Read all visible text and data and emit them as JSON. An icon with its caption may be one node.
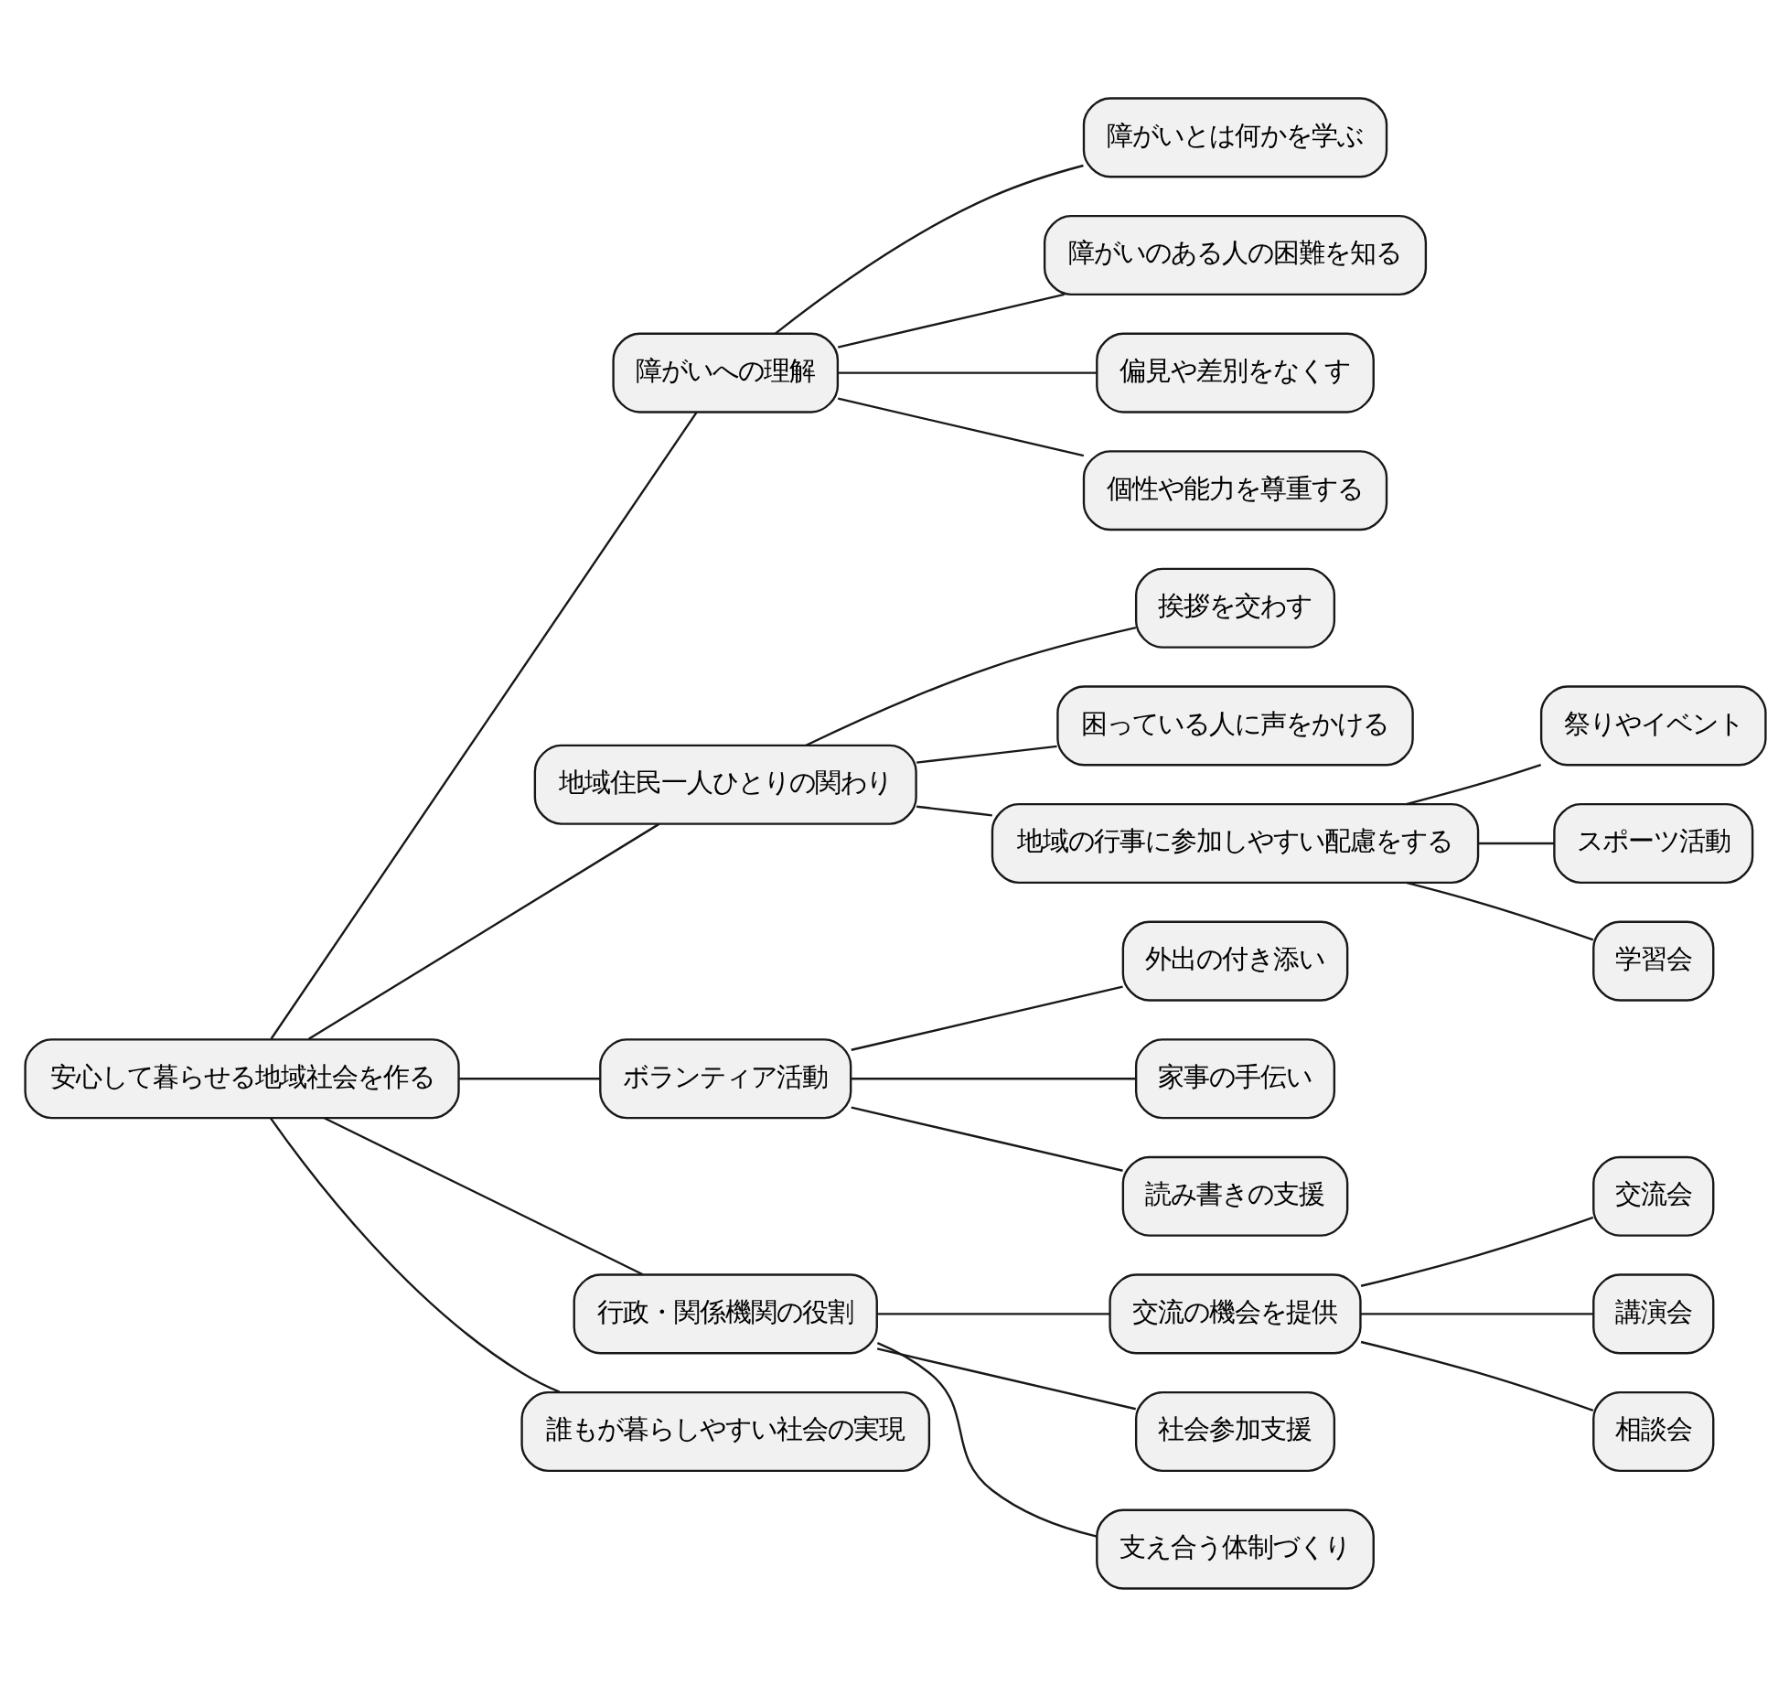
{
  "diagram": {
    "nodes": [
      {
        "text": [
          "安心して暮らせる地域社会を作る"
        ]
      },
      {
        "text": [
          "障がいへの理解"
        ]
      },
      {
        "text": [
          "障がいとは何かを学ぶ"
        ]
      },
      {
        "text": [
          "障がいのある人の困難を知る"
        ]
      },
      {
        "text": [
          "偏見や差別をなくす"
        ]
      },
      {
        "text": [
          "個性や能力を尊重する"
        ]
      },
      {
        "text": [
          "地域住民一人ひとりの関わり"
        ]
      },
      {
        "text": [
          "挨拶を交わす"
        ]
      },
      {
        "text": [
          "困っている人に声をかける"
        ]
      },
      {
        "text": [
          "地域の行事に参加しやすい配慮をする"
        ]
      },
      {
        "text": [
          "祭りやイベント"
        ]
      },
      {
        "text": [
          "スポーツ活動"
        ]
      },
      {
        "text": [
          "学習会"
        ]
      },
      {
        "text": [
          "ボランティア活動"
        ]
      },
      {
        "text": [
          "外出の付き添い"
        ]
      },
      {
        "text": [
          "家事の手伝い"
        ]
      },
      {
        "text": [
          "読み書きの支援"
        ]
      },
      {
        "text": [
          "行政・関係機関の役割"
        ]
      },
      {
        "text": [
          "交流の機会を提供"
        ]
      },
      {
        "text": [
          "交流会"
        ]
      },
      {
        "text": [
          "講演会"
        ]
      },
      {
        "text": [
          "相談会"
        ]
      },
      {
        "text": [
          "社会参加支援"
        ]
      },
      {
        "text": [
          "支え合う体制づくり"
        ]
      },
      {
        "text": [
          "誰もが暮らしやすい社会の実現"
        ]
      }
    ],
    "edges": [
      {
        "from": 0,
        "to": 1,
        "arrow": "none"
      },
      {
        "from": 1,
        "to": 2,
        "arrow": "none"
      },
      {
        "from": 1,
        "to": 3,
        "arrow": "none"
      },
      {
        "from": 1,
        "to": 4,
        "arrow": "none"
      },
      {
        "from": 1,
        "to": 5,
        "arrow": "none"
      },
      {
        "from": 0,
        "to": 6,
        "arrow": "none"
      },
      {
        "from": 6,
        "to": 7,
        "arrow": "none"
      },
      {
        "from": 6,
        "to": 8,
        "arrow": "none"
      },
      {
        "from": 6,
        "to": 9,
        "arrow": "none"
      },
      {
        "from": 9,
        "to": 10,
        "arrow": "none"
      },
      {
        "from": 9,
        "to": 11,
        "arrow": "none"
      },
      {
        "from": 9,
        "to": 12,
        "arrow": "none"
      },
      {
        "from": 0,
        "to": 13,
        "arrow": "none"
      },
      {
        "from": 13,
        "to": 14,
        "arrow": "none"
      },
      {
        "from": 13,
        "to": 15,
        "arrow": "none"
      },
      {
        "from": 13,
        "to": 16,
        "arrow": "none"
      },
      {
        "from": 0,
        "to": 17,
        "arrow": "none"
      },
      {
        "from": 17,
        "to": 18,
        "arrow": "none"
      },
      {
        "from": 18,
        "to": 19,
        "arrow": "none"
      },
      {
        "from": 18,
        "to": 20,
        "arrow": "none"
      },
      {
        "from": 18,
        "to": 21,
        "arrow": "none"
      },
      {
        "from": 17,
        "to": 22,
        "arrow": "none"
      },
      {
        "from": 17,
        "to": 23,
        "arrow": "none"
      },
      {
        "from": 0,
        "to": 24,
        "arrow": "none"
      }
    ]
  }
}
